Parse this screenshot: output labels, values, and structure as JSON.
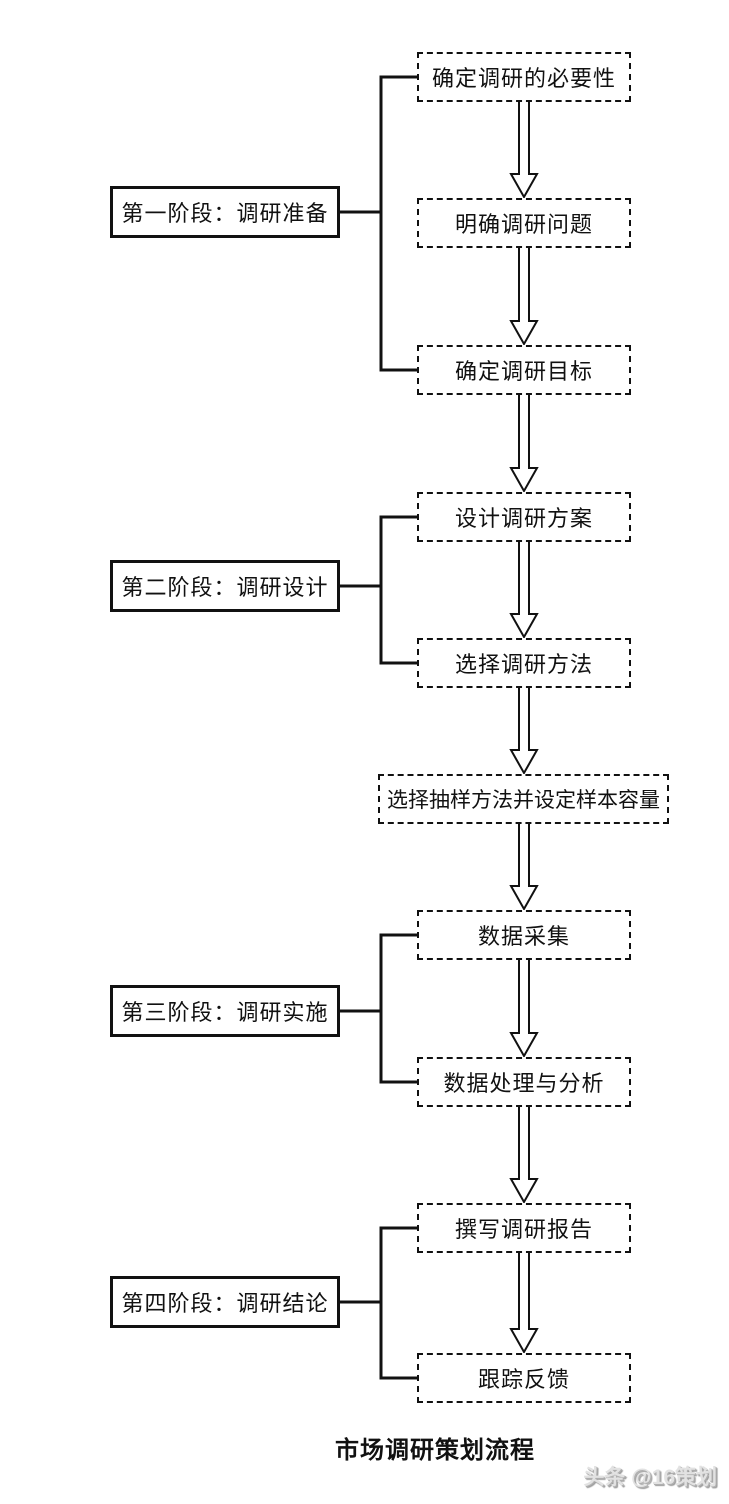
{
  "title": "市场调研策划流程",
  "watermark": "头条 @16策划",
  "stages": [
    {
      "label": "第一阶段：调研准备"
    },
    {
      "label": "第二阶段：调研设计"
    },
    {
      "label": "第三阶段：调研实施"
    },
    {
      "label": "第四阶段：调研结论"
    }
  ],
  "steps": [
    {
      "label": "确定调研的必要性"
    },
    {
      "label": "明确调研问题"
    },
    {
      "label": "确定调研目标"
    },
    {
      "label": "设计调研方案"
    },
    {
      "label": "选择调研方法"
    },
    {
      "label": "选择抽样方法并设定样本容量"
    },
    {
      "label": "数据采集"
    },
    {
      "label": "数据处理与分析"
    },
    {
      "label": "撰写调研报告"
    },
    {
      "label": "跟踪反馈"
    }
  ],
  "colors": {
    "line": "#111111",
    "background": "#ffffff",
    "watermark_text": "#e2e2e2",
    "watermark_shadow": "#9a9a9a"
  }
}
